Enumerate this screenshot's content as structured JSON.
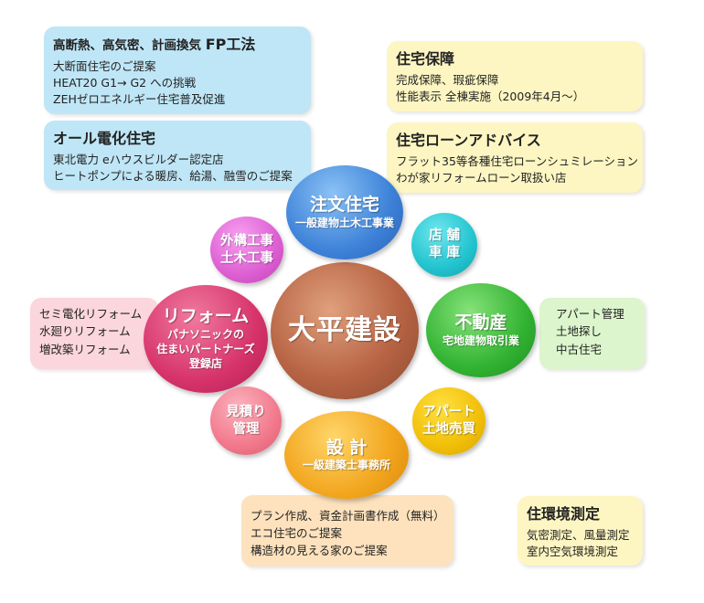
{
  "boxes": {
    "fp": {
      "title_prefix": "高断熱、高気密、計画換気",
      "title_emph": "FP工法",
      "lines": [
        "大断面住宅のご提案",
        "HEAT20 G1→ G2 への挑戦",
        "ZEHゼロエネルギー住宅普及促進"
      ]
    },
    "denka": {
      "title": "オール電化住宅",
      "lines": [
        "東北電力 eハウスビルダー認定店",
        "ヒートポンプによる暖房、給湯、融雪のご提案"
      ]
    },
    "hosho": {
      "title": "住宅保障",
      "lines": [
        "完成保障、瑕疵保障",
        "性能表示 全棟実施（2009年4月～）"
      ]
    },
    "loan": {
      "title": "住宅ローンアドバイス",
      "lines": [
        "フラット35等各種住宅ローンシュミレーション",
        "わが家リフォームローン取扱い店"
      ]
    },
    "reform_list": {
      "lines": [
        "セミ電化リフォーム",
        "水廻りリフォーム",
        "増改築リフォーム"
      ]
    },
    "fudosan_list": {
      "lines": [
        "アパート管理",
        "土地探し",
        "中古住宅"
      ]
    },
    "sekkei_list": {
      "lines": [
        "プラン作成、資金計画書作成（無料）",
        "エコ住宅のご提案",
        "構造材の見える家のご提案"
      ]
    },
    "kankyo": {
      "title": "住環境測定",
      "lines": [
        "気密測定、風量測定",
        "室内空気環境測定"
      ]
    }
  },
  "circles": {
    "center": {
      "title": "大平建設"
    },
    "chumon": {
      "title": "注文住宅",
      "sub": "一般建物土木工事業"
    },
    "reform": {
      "title": "リフォーム",
      "sub": [
        "パナソニックの",
        "住まいパートナーズ",
        "登録店"
      ]
    },
    "fudosan": {
      "title": "不動産",
      "sub": "宅地建物取引業"
    },
    "sekkei": {
      "title": "設 計",
      "sub": "一級建築士事務所"
    },
    "gaikou": {
      "lines": [
        "外構工事",
        "土木工事"
      ]
    },
    "tenpo": {
      "lines": [
        "店 舗",
        "車 庫"
      ]
    },
    "mitsumori": {
      "lines": [
        "見積り",
        "管理"
      ]
    },
    "apart": {
      "lines": [
        "アパート",
        "土地売買"
      ]
    }
  }
}
